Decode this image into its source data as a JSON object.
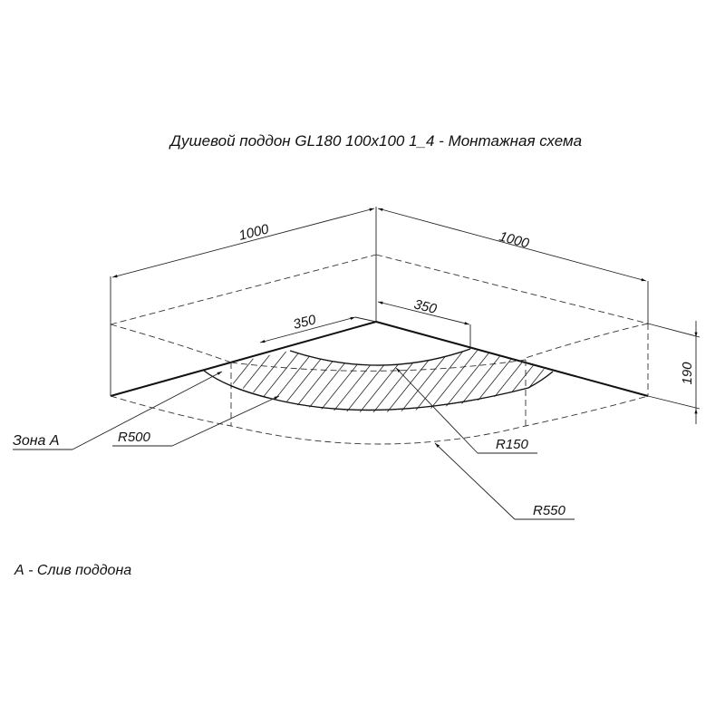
{
  "title": "Душевой поддон GL180  100x100 1_4 - Монтажная схема",
  "dimensions": {
    "left_length": "1000",
    "right_length": "1000",
    "left_offset": "350",
    "right_offset": "350",
    "height": "190"
  },
  "callouts": {
    "zone_a": "Зона А",
    "r500": "R500",
    "r150": "R150",
    "r550": "R550"
  },
  "legend": {
    "note": "А - Слив поддона"
  }
}
